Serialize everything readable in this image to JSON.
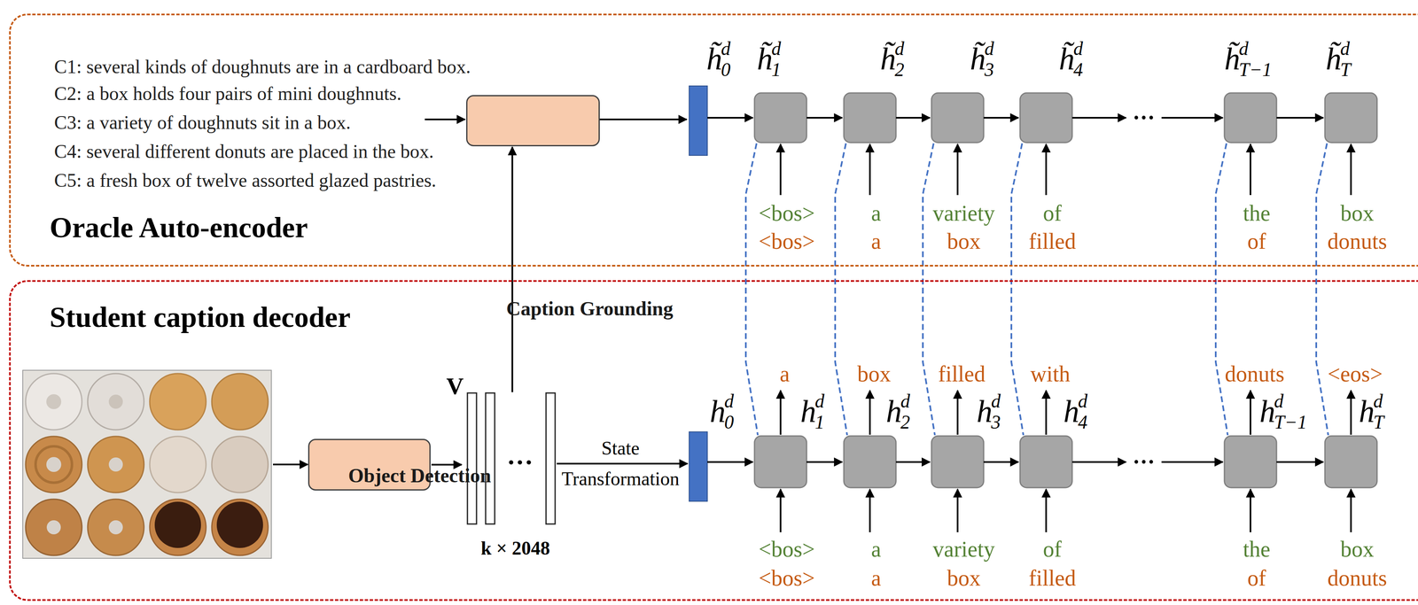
{
  "diagram": {
    "nodes": [
      {
        "text": [
          "Oracle Auto-encoder"
        ]
      },
      {
        "text": [
          "Caption Grounding"
        ],
        "in": 0
      },
      {
        "text": [
          "Student caption decoder"
        ]
      },
      {
        "text": [
          "Object Detection"
        ],
        "in": 2
      },
      {
        "text": [
          "V",
          "k × 2048"
        ],
        "in": 2
      }
    ],
    "edges": [
      {
        "from": 3,
        "to": 4,
        "arrow": "to"
      },
      {
        "from": 4,
        "to": 1,
        "arrow": "to"
      }
    ],
    "labels": [
      "C1: several kinds of doughnuts are in a cardboard box.",
      "C2: a box holds four pairs of mini doughnuts.",
      "C3: a variety of doughnuts sit in a box.",
      "C4: several different donuts are placed in the box.",
      "C5: a fresh box of twelve assorted glazed pastries.",
      "h̃",
      "0",
      "d",
      "h̃",
      "1",
      "d",
      "h̃",
      "2",
      "d",
      "h̃",
      "3",
      "d",
      "h̃",
      "4",
      "d",
      "h̃",
      "T−1",
      "d",
      "h̃",
      "T",
      "d",
      "···",
      "<bos>",
      "a",
      "variety",
      "of",
      "the",
      "box",
      "<bos>",
      "a",
      "box",
      "filled",
      "of",
      "donuts",
      "a",
      "box",
      "filled",
      "with",
      "donuts",
      "<eos>",
      "h",
      "0",
      "d",
      "h",
      "1",
      "d",
      "h",
      "2",
      "d",
      "h",
      "3",
      "d",
      "h",
      "4",
      "d",
      "h",
      "T−1",
      "d",
      "h",
      "T",
      "d",
      "···",
      "<bos>",
      "a",
      "variety",
      "of",
      "the",
      "box",
      "<bos>",
      "a",
      "box",
      "filled",
      "of",
      "donuts",
      "···",
      "State Transformation"
    ]
  }
}
